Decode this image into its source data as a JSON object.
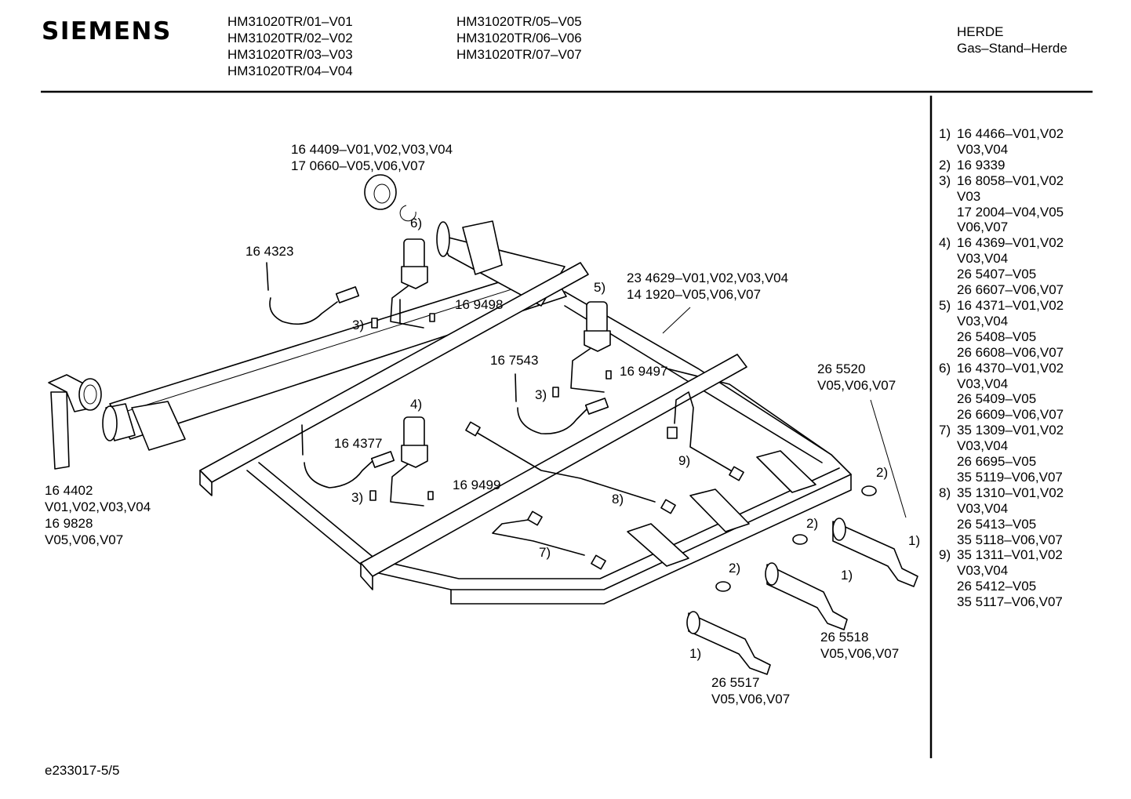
{
  "header": {
    "brand": "SIEMENS",
    "models_col1": [
      "HM31020TR/01–V01",
      "HM31020TR/02–V02",
      "HM31020TR/03–V03",
      "HM31020TR/04–V04"
    ],
    "models_col2": [
      "HM31020TR/05–V05",
      "HM31020TR/06–V06",
      "HM31020TR/07–V07"
    ],
    "category": "HERDE",
    "subcategory": "Gas–Stand–Herde"
  },
  "labels": {
    "l_164409": [
      "16 4409–V01,V02,V03,V04",
      "17 0660–V05,V06,V07"
    ],
    "l_164323": "16 4323",
    "l_6": "6)",
    "l_5": "5)",
    "l_234629": [
      "23 4629–V01,V02,V03,V04",
      "14 1920–V05,V06,V07"
    ],
    "l_169498": "16 9498",
    "l_3a": "3)",
    "l_167543": "16 7543",
    "l_169497": "16 9497",
    "l_3b": "3)",
    "l_265520": [
      "26 5520",
      "V05,V06,V07"
    ],
    "l_4": "4)",
    "l_164377": "16 4377",
    "l_169499": "16 9499",
    "l_3c": "3)",
    "l_164402": [
      "16 4402",
      "V01,V02,V03,V04",
      "16 9828",
      "V05,V06,V07"
    ],
    "l_9": "9)",
    "l_8": "8)",
    "l_7": "7)",
    "l_2a": "2)",
    "l_2b": "2)",
    "l_2c": "2)",
    "l_1a": "1)",
    "l_1b": "1)",
    "l_1c": "1)",
    "l_265518": [
      "26 5518",
      "V05,V06,V07"
    ],
    "l_265517": [
      "26 5517",
      "V05,V06,V07"
    ]
  },
  "legend": [
    {
      "num": "1)",
      "text": "16 4466–V01,V02"
    },
    {
      "num": "",
      "text": "V03,V04"
    },
    {
      "num": "2)",
      "text": "16 9339"
    },
    {
      "num": "3)",
      "text": "16 8058–V01,V02"
    },
    {
      "num": "",
      "text": "V03"
    },
    {
      "num": "",
      "text": "17 2004–V04,V05"
    },
    {
      "num": "",
      "text": "V06,V07"
    },
    {
      "num": "4)",
      "text": "16 4369–V01,V02"
    },
    {
      "num": "",
      "text": "V03,V04"
    },
    {
      "num": "",
      "text": "26 5407–V05"
    },
    {
      "num": "",
      "text": "26 6607–V06,V07"
    },
    {
      "num": "5)",
      "text": "16 4371–V01,V02"
    },
    {
      "num": "",
      "text": "V03,V04"
    },
    {
      "num": "",
      "text": "26 5408–V05"
    },
    {
      "num": "",
      "text": "26 6608–V06,V07"
    },
    {
      "num": "6)",
      "text": "16 4370–V01,V02"
    },
    {
      "num": "",
      "text": "V03,V04"
    },
    {
      "num": "",
      "text": "26 5409–V05"
    },
    {
      "num": "",
      "text": "26 6609–V06,V07"
    },
    {
      "num": "7)",
      "text": "35 1309–V01,V02"
    },
    {
      "num": "",
      "text": "V03,V04"
    },
    {
      "num": "",
      "text": "26 6695–V05"
    },
    {
      "num": "",
      "text": "35 5119–V06,V07"
    },
    {
      "num": "8)",
      "text": "35 1310–V01,V02"
    },
    {
      "num": "",
      "text": "V03,V04"
    },
    {
      "num": "",
      "text": "26 5413–V05"
    },
    {
      "num": "",
      "text": "35 5118–V06,V07"
    },
    {
      "num": "9)",
      "text": "35 1311–V01,V02"
    },
    {
      "num": "",
      "text": "V03,V04"
    },
    {
      "num": "",
      "text": "26 5412–V05"
    },
    {
      "num": "",
      "text": "35 5117–V06,V07"
    }
  ],
  "footer": {
    "doc_id": "e233017-5/5"
  }
}
